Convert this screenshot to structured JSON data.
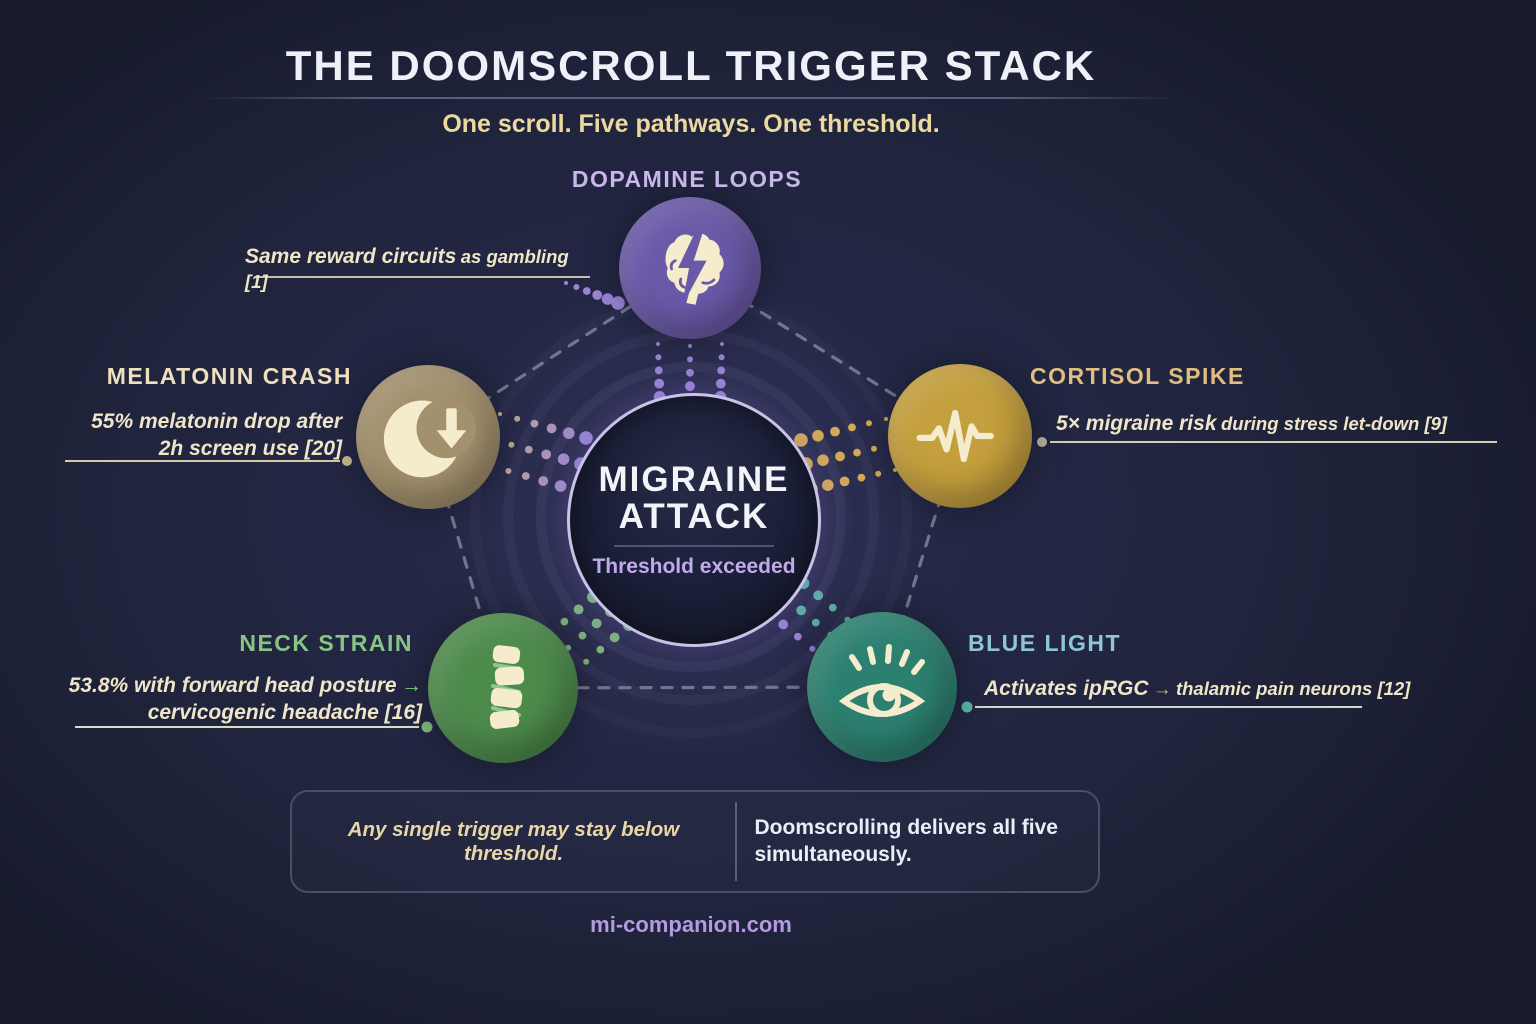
{
  "header": {
    "title": "THE DOOMSCROLL TRIGGER STACK",
    "subtitle": "One scroll. Five pathways. One threshold."
  },
  "nodes": {
    "dopamine": {
      "label": "DOPAMINE LOOPS",
      "annotation_part1": "Same reward circuits",
      "annotation_part2": "as gambling [1]",
      "color": "#6a59a8",
      "label_color": "#c9b6ea",
      "trail_color": "#9b85d6",
      "icon": "brain-lightning-icon"
    },
    "melatonin": {
      "label": "MELATONIN CRASH",
      "annotation_line1": "55% melatonin drop after",
      "annotation_line2": "2h screen use [20]",
      "color": "#a3906d",
      "label_color": "#eee0bd",
      "trail_color": "#c8b289",
      "icon": "moon-down-arrow-icon"
    },
    "cortisol": {
      "label": "CORTISOL SPIKE",
      "annotation_part1": "5× migraine risk",
      "annotation_part2": "during stress let-down [9]",
      "color": "#c49f3d",
      "label_color": "#e0bd80",
      "trail_color": "#d9ae4e",
      "icon": "waveform-icon"
    },
    "neck": {
      "label": "NECK STRAIN",
      "annotation_line1": "53.8% with forward head posture",
      "annotation_arrow": "→",
      "annotation_line2": "cervicogenic headache [16]",
      "color": "#4d8b4b",
      "label_color": "#86c584",
      "trail_color": "#7db87a",
      "icon": "spine-icon"
    },
    "bluelight": {
      "label": "BLUE LIGHT",
      "annotation_part1": "Activates ipRGC",
      "annotation_arrow": "→",
      "annotation_part2": "thalamic pain neurons [12]",
      "color": "#2c8070",
      "label_color": "#8ec6d4",
      "trail_color": "#5bb4a4",
      "icon": "eye-rays-icon"
    }
  },
  "center": {
    "title_line1": "MIGRAINE",
    "title_line2": "ATTACK",
    "status": "Threshold exceeded"
  },
  "bottom_box": {
    "left_text": "Any single trigger may stay below threshold.",
    "right_line1": "Doomscrolling delivers all five",
    "right_line2": "simultaneously."
  },
  "footer": {
    "site": "mi-companion.com"
  },
  "colors": {
    "background": "#222642",
    "title_text": "#eef1f7",
    "subtitle_text": "#ecd9a0",
    "center_ring": "#c9c2e6",
    "center_status_text": "#c0aaec",
    "pentagon_line": "#878b9a",
    "annotation_text": "#efe5c8",
    "footer_text": "#b49ae0",
    "icon_cream": "#f5ebcd"
  }
}
